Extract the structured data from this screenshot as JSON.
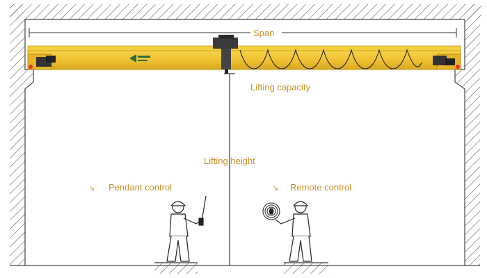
{
  "labels": {
    "span": "Span",
    "lifting_capacity": "Lifting capacity",
    "lifting_height": "Lifting height",
    "pendant_control": "Pendant control",
    "remote_control": "Remote control"
  },
  "colors": {
    "girder": "#f0c232",
    "girder_shade": "#d9a81e",
    "label": "#c8902a",
    "marker": "#d88a1a",
    "hatch": "#555555",
    "line": "#333333"
  },
  "icons": {
    "pendant_marker": "arrow-down-right-icon",
    "remote_marker": "arrow-down-right-icon",
    "logo": "crane-logo-icon",
    "remote": "remote-control-icon"
  }
}
